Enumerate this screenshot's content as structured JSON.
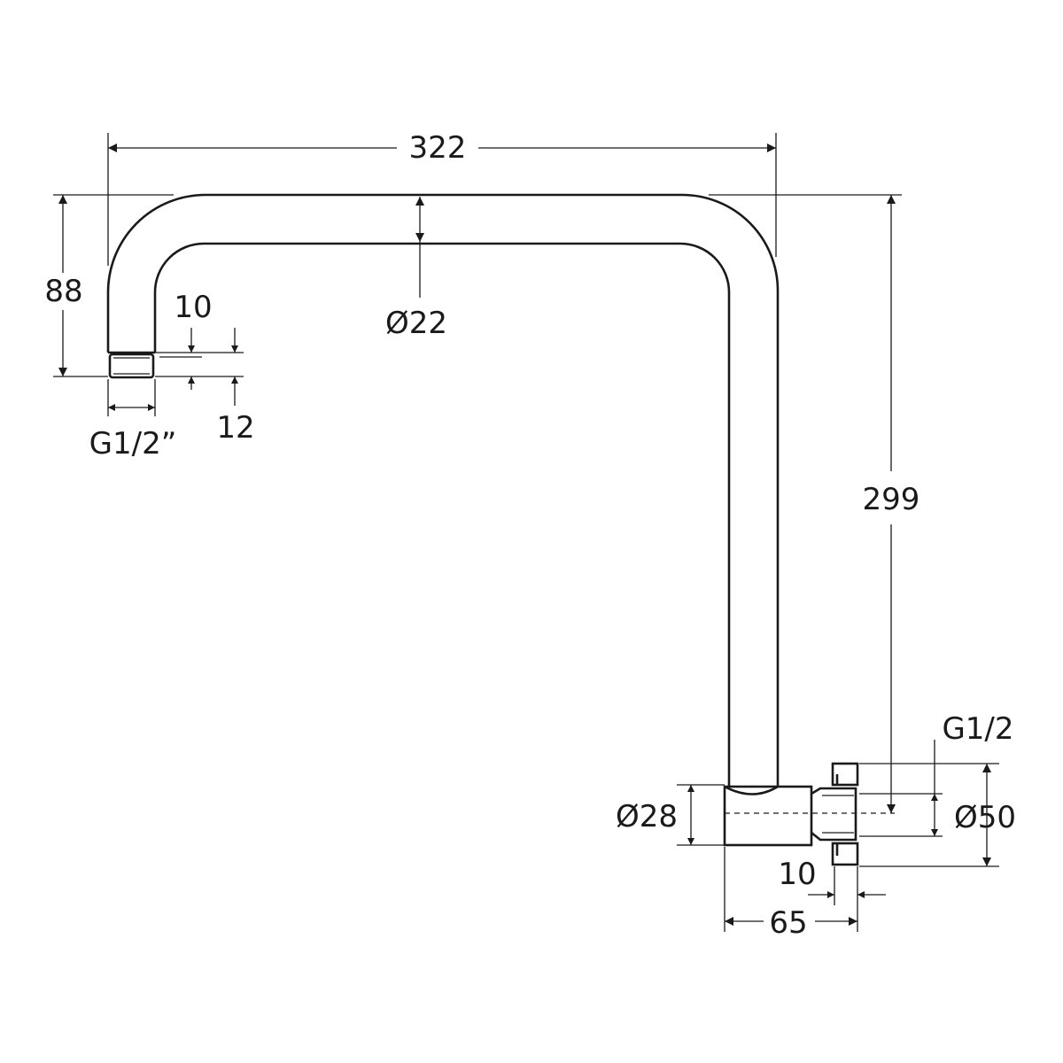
{
  "dimensions": {
    "overall_length": "322",
    "arm_drop": "88",
    "outlet_thread_length": "10",
    "outlet_thread_offset": "12",
    "outlet_thread": "G1/2”",
    "pipe_diameter": "Ø22",
    "height": "299",
    "inlet_thread": "G1/2",
    "flange_diameter": "Ø50",
    "base_diameter": "Ø28",
    "flange_thickness": "10",
    "base_length": "65"
  }
}
